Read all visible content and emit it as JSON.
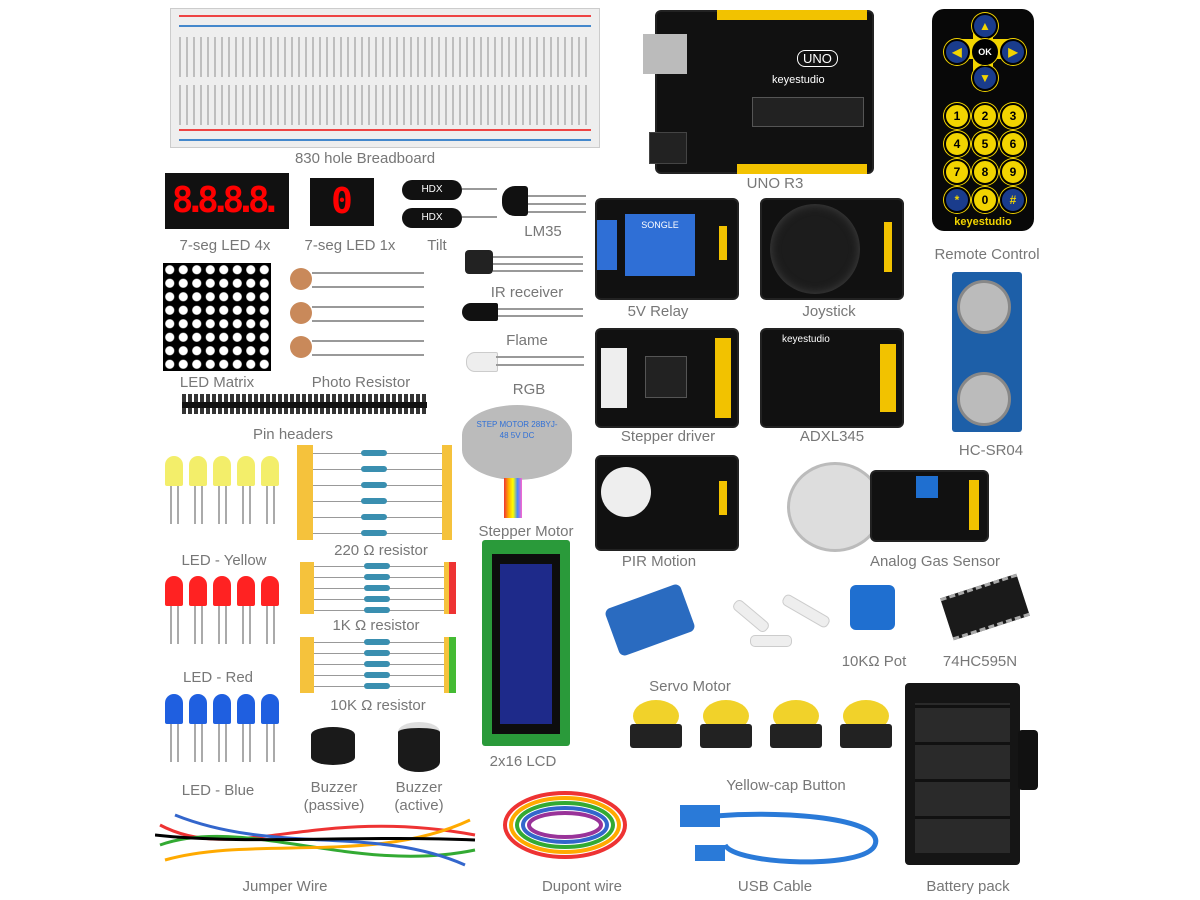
{
  "labels": {
    "breadboard": "830 hole Breadboard",
    "uno": "UNO R3",
    "remote": "Remote Control",
    "seg4": "7-seg LED 4x",
    "seg1": "7-seg LED 1x",
    "tilt": "Tilt",
    "lm35": "LM35",
    "ir": "IR receiver",
    "relay": "5V Relay",
    "joystick": "Joystick",
    "flame": "Flame",
    "matrix": "LED Matrix",
    "photo": "Photo Resistor",
    "rgb": "RGB",
    "stepper_driver": "Stepper driver",
    "adxl": "ADXL345",
    "pins": "Pin headers",
    "hcsr04": "HC-SR04",
    "stepper_motor": "Stepper Motor",
    "r220": "220 Ω resistor",
    "led_yellow": "LED - Yellow",
    "pir": "PIR Motion",
    "gas": "Analog Gas Sensor",
    "r1k": "1K Ω resistor",
    "pot": "10KΩ Pot",
    "ic": "74HC595N",
    "led_red": "LED - Red",
    "servo": "Servo Motor",
    "r10k": "10K Ω resistor",
    "lcd": "2x16 LCD",
    "button": "Yellow-cap Button",
    "led_blue": "LED - Blue",
    "buzzer_p1": "Buzzer",
    "buzzer_p2": "(passive)",
    "buzzer_a1": "Buzzer",
    "buzzer_a2": "(active)",
    "jumper": "Jumper Wire",
    "dupont": "Dupont wire",
    "usb": "USB Cable",
    "battery": "Battery pack"
  },
  "product_print": {
    "brand": "keyestudio",
    "uno_badge": "UNO",
    "seg4_digits": "8.8.8.8.",
    "seg1_digit": "0",
    "tilt_mark": "HDX",
    "relay_text": "SONGLE",
    "stepper_text": "STEP MOTOR 28BYJ-48 5V DC",
    "remote_keys": [
      "1",
      "2",
      "3",
      "4",
      "5",
      "6",
      "7",
      "8",
      "9",
      "*",
      "0",
      "#"
    ],
    "remote_ok": "OK"
  },
  "colors": {
    "label": "#777777",
    "pcb": "#111111",
    "header": "#f2c200",
    "remote_blue": "#1a3c8c"
  }
}
